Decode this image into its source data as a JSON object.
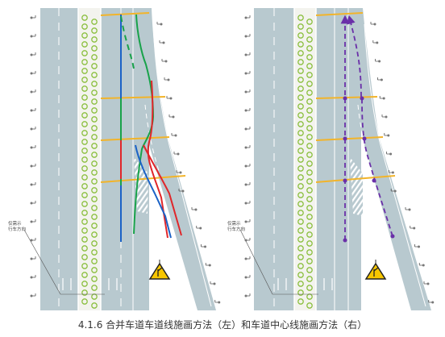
{
  "caption": "4.1.6 合并车道车道线施画方法（左）和车道中心线施画方法（右）",
  "left_panel": {
    "note_line1": "仅需示",
    "note_line2": "行车方向"
  },
  "right_panel": {
    "note_line1": "仅需示",
    "note_line2": "行车方向"
  },
  "colors": {
    "road": "#b8c9cf",
    "median": "#f3f3ee",
    "tree": "#8bbf3f",
    "section_line": "#f2b42a",
    "path_blue": "#1b62c6",
    "path_green": "#18a24a",
    "path_red": "#e0262a",
    "centerline_purple": "#6a2fa8",
    "warning_sign": "#f7c600"
  },
  "icons": [
    "merge-warning-sign-icon",
    "streetlight-icon",
    "tree-icon",
    "north-arrow-icon"
  ]
}
